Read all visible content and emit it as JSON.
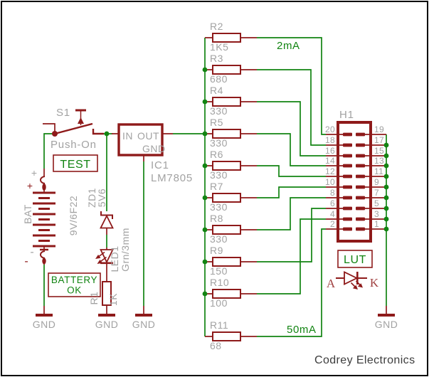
{
  "colors": {
    "symbol_maroon": "#8e1a1a",
    "net_green": "#128412",
    "label_gray": "#a2a2a2",
    "brand_dark": "#3c3c3c",
    "background": "#ffffff"
  },
  "switch": {
    "name": "S1",
    "type": "Push-On"
  },
  "test_box": {
    "label": "TEST"
  },
  "battery": {
    "name": "BAT",
    "value": "9V/6F22",
    "plus": "+",
    "minus": "-"
  },
  "regulator": {
    "name": "IC1",
    "value": "LM7805",
    "pin_in": "IN",
    "pin_out": "OUT",
    "pin_gnd": "GND"
  },
  "battery_ok_box": {
    "line1": "BATTERY",
    "line2": "OK"
  },
  "zener": {
    "name": "ZD1",
    "value": "5V6"
  },
  "led1": {
    "name": "LED1",
    "value": "Grn/3mm"
  },
  "r1": {
    "name": "R1",
    "value": "1K"
  },
  "gnd": "GND",
  "resistors": [
    {
      "name": "R2",
      "value": "1K5"
    },
    {
      "name": "R3",
      "value": "680"
    },
    {
      "name": "R4",
      "value": "330"
    },
    {
      "name": "R5",
      "value": "330"
    },
    {
      "name": "R6",
      "value": "330"
    },
    {
      "name": "R7",
      "value": "330"
    },
    {
      "name": "R8",
      "value": "330"
    },
    {
      "name": "R9",
      "value": "150"
    },
    {
      "name": "R10",
      "value": "100"
    },
    {
      "name": "R11",
      "value": "68"
    }
  ],
  "currents": {
    "min": "2mA",
    "max": "50mA"
  },
  "header": {
    "name": "H1",
    "left_pins": [
      "20",
      "18",
      "16",
      "14",
      "12",
      "10",
      "8",
      "6",
      "4",
      "2"
    ],
    "right_pins": [
      "19",
      "17",
      "15",
      "13",
      "11",
      "9",
      "7",
      "5",
      "3",
      "1"
    ]
  },
  "lut": {
    "label": "LUT",
    "anode": "A",
    "cathode": "K"
  },
  "brand": "Codrey Electronics"
}
